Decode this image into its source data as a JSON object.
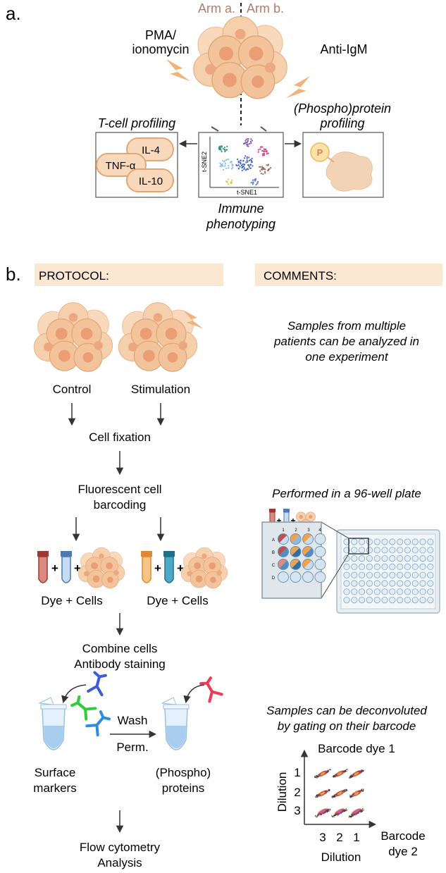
{
  "panel_a": {
    "label": "a.",
    "arm_a": "Arm a.",
    "arm_b": "Arm b.",
    "pma_line1": "PMA/",
    "pma_line2": "ionomycin",
    "anti_igm": "Anti-IgM",
    "tcell_title": "T-cell profiling",
    "phospho_title_line1": "(Phospho)protein",
    "phospho_title_line2": "profiling",
    "cytokines": [
      "IL-4",
      "TNF-α",
      "IL-10"
    ],
    "tsne_y": "t-SNE2",
    "tsne_x": "t-SNE1",
    "immune_line1": "Immune",
    "immune_line2": "phenotyping",
    "phospho_badge": "P"
  },
  "panel_b": {
    "label": "b.",
    "protocol_header": "PROTOCOL:",
    "comments_header": "COMMENTS:",
    "control": "Control",
    "stimulation": "Stimulation",
    "cell_fixation": "Cell fixation",
    "barcoding_line1": "Fluorescent cell",
    "barcoding_line2": "barcoding",
    "plus": "+",
    "dye_cells_left": "Dye + Cells",
    "dye_cells_right": "Dye + Cells",
    "combine_line1": "Combine cells",
    "combine_line2": "Antibody staining",
    "wash": "Wash",
    "perm": "Perm.",
    "surface_line1": "Surface",
    "surface_line2": "markers",
    "phospho_line1": "(Phospho)",
    "phospho_line2": "proteins",
    "flow_line1": "Flow cytometry",
    "flow_line2": "Analysis",
    "comment1_line1": "Samples from multiple",
    "comment1_line2": "patients can be analyzed in",
    "comment1_line3": "one experiment",
    "comment2": "Performed in a 96-well plate",
    "comment3_line1": "Samples can be deconvoluted",
    "comment3_line2": "by gating on their barcode",
    "plate_cols": [
      "1",
      "2",
      "3",
      "4"
    ],
    "plate_rows": [
      "A",
      "B",
      "C",
      "D"
    ],
    "barcode_dye1": "Barcode dye 1",
    "barcode_dye2_line1": "Barcode",
    "barcode_dye2_line2": "dye 2",
    "dilution_y": "Dilution",
    "dilution_x": "Dilution",
    "dil_y_ticks": [
      "1",
      "2",
      "3"
    ],
    "dil_x_ticks": [
      "3",
      "2",
      "1"
    ]
  },
  "colors": {
    "arm_text": "#b07d6a",
    "cell_fill": "#f3c49b",
    "cell_edge": "#e3a678",
    "nucleus": "#eb9e74",
    "header_band": "#fbe8d3",
    "bolt": "#f0b27a"
  }
}
